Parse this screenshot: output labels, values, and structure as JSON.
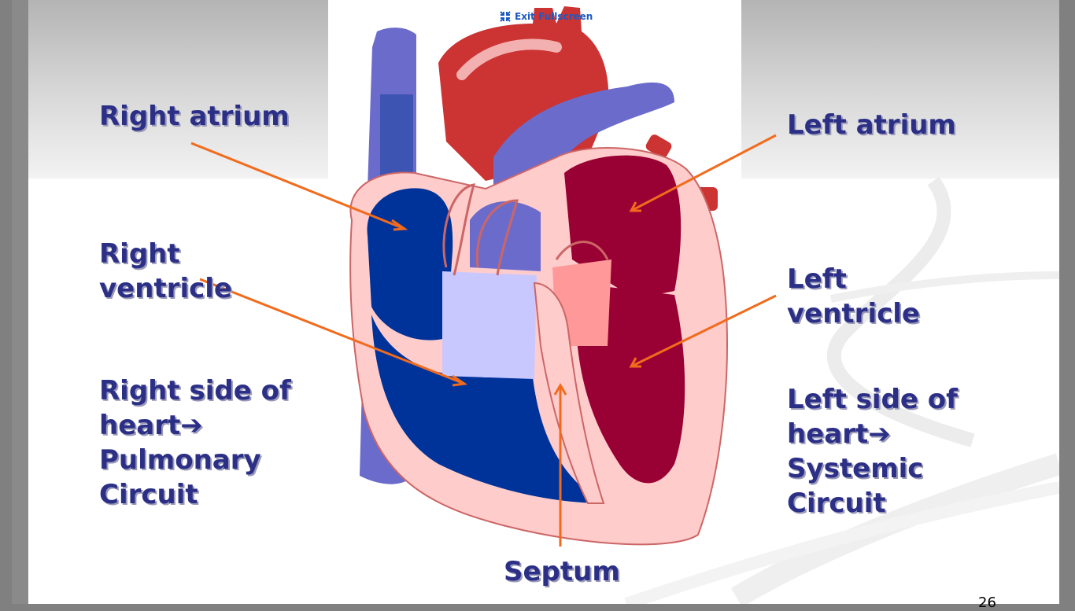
{
  "labels": {
    "right_atrium": "Right atrium",
    "right_ventricle_line1": "Right",
    "right_ventricle_line2": "ventricle",
    "right_side_line1": "Right side of",
    "right_side_line2": "heart➔",
    "right_side_line3": "Pulmonary",
    "right_side_line4": "Circuit",
    "left_atrium": "Left atrium",
    "left_ventricle_line1": "Left",
    "left_ventricle_line2": "ventricle",
    "left_side_line1": "Left side of",
    "left_side_line2": "heart➔",
    "left_side_line3": "Systemic",
    "left_side_line4": "Circuit",
    "septum": "Septum"
  },
  "toolbar": {
    "exit_fullscreen": "Exit Fullscreen",
    "exit_icon": "collapse-arrows-icon"
  },
  "slide": {
    "page_number": "26"
  },
  "colors": {
    "label_text": "#2b2f86",
    "arrow": "#f26b1d",
    "deoxygenated": "#00339a",
    "vein": "#6b6bcc",
    "aorta": "#cc3333",
    "oxygenated": "#990033",
    "wall": "#ffcccc"
  }
}
